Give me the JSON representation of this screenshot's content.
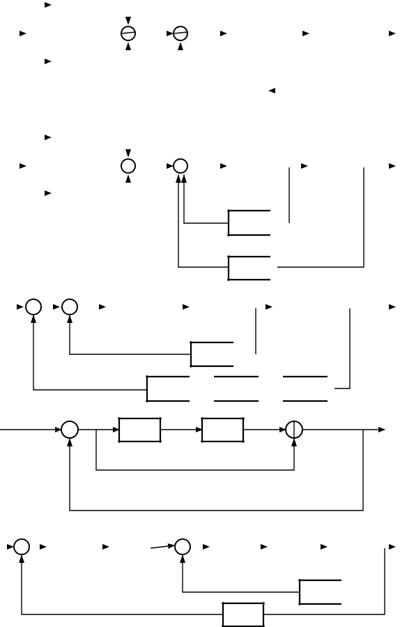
{
  "diagram": {
    "description_text": "",
    "stroke_color": "#000000",
    "background_color": "#ffffff",
    "panels": [
      {
        "id": "panel-1",
        "kind": "summing-points-series"
      },
      {
        "id": "panel-2",
        "kind": "summing-points-with-feedback-paths"
      },
      {
        "id": "panel-3",
        "kind": "cascaded-summing-points-with-feedback"
      },
      {
        "id": "panel-4",
        "kind": "two-block-loop-with-feedforward"
      },
      {
        "id": "panel-5",
        "kind": "nested-loop-with-feedback-block"
      }
    ]
  }
}
